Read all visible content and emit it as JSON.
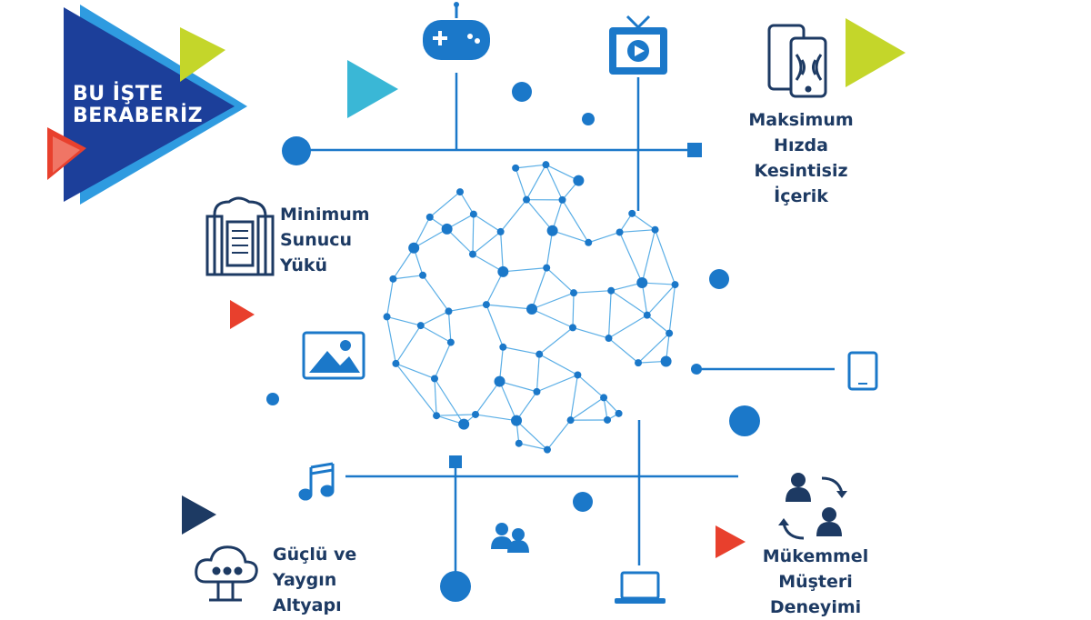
{
  "logo": {
    "line1": "BU İŞTE",
    "line2": "BERABERİZ"
  },
  "features": {
    "content": {
      "lines": [
        "Maksimum",
        "Hızda",
        "Kesintisiz",
        "İçerik"
      ],
      "icon": "phone-signal-icon"
    },
    "server": {
      "lines": [
        "Minimum",
        "Sunucu",
        "Yükü"
      ],
      "icon": "server-icon"
    },
    "infra": {
      "lines": [
        "Güçlü ve",
        "Yaygın",
        "Altyapı"
      ],
      "icon": "cloud-network-icon"
    },
    "customer": {
      "lines": [
        "Mükemmel",
        "Müşteri",
        "Deneyimi"
      ],
      "icon": "users-exchange-icon"
    }
  },
  "device_icons": [
    "gamepad-icon",
    "tv-play-icon",
    "tablet-icon",
    "laptop-icon",
    "people-icon",
    "music-note-icon",
    "image-icon"
  ],
  "colors": {
    "navy": "#1d3a63",
    "blue": "#1b78c9",
    "light_blue": "#2f9be0",
    "cyan": "#3ab7d6",
    "lime": "#c4d62a",
    "red": "#e8402d",
    "logo_blue": "#1c3f9a"
  }
}
